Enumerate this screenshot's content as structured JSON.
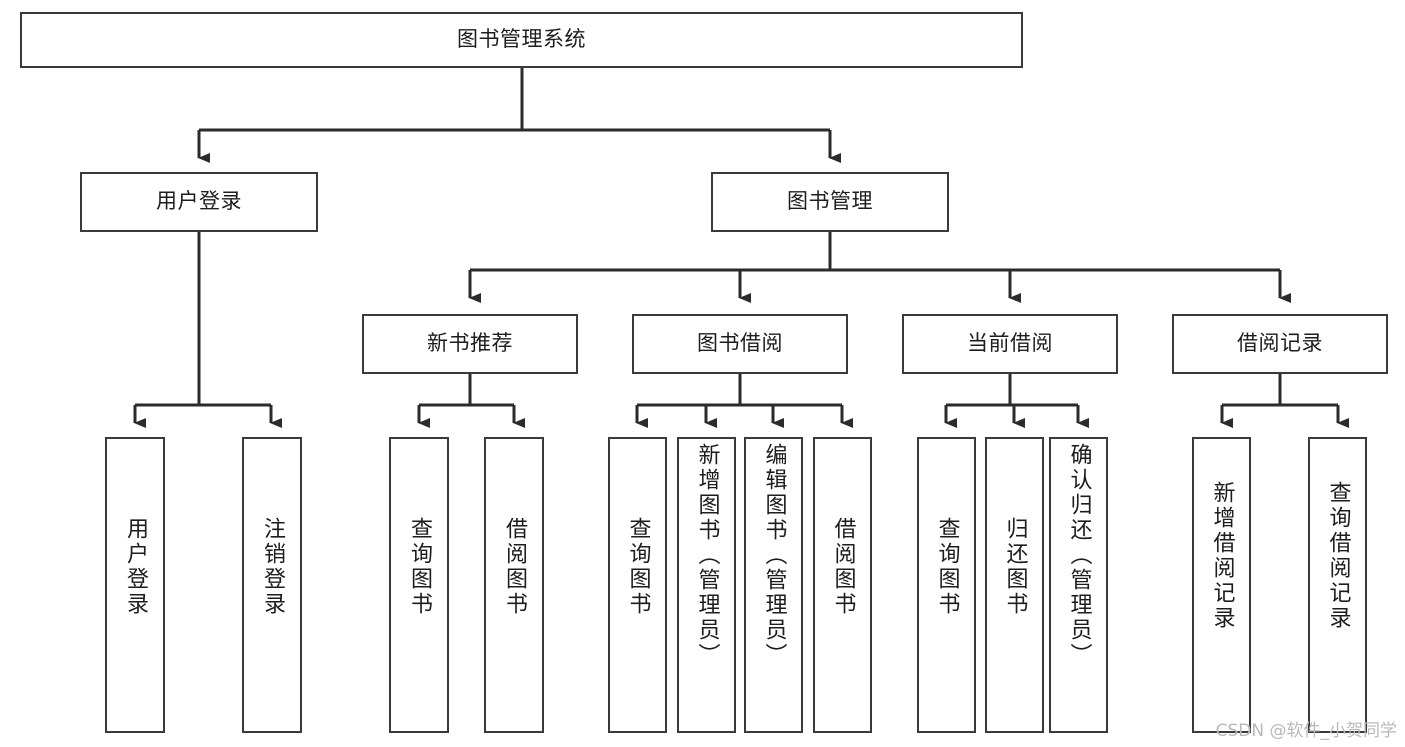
{
  "diagram": {
    "title": "图书管理系统",
    "type": "tree",
    "watermark": "CSDN @软件_小贺同学",
    "colors": {
      "box_border": "#3a3a3a",
      "box_fill": "#ffffff",
      "edge": "#2b2b2b",
      "text": "#1d1d1d",
      "watermark": "#b9b9b9",
      "background": "#ffffff"
    }
  },
  "nodes": {
    "root": {
      "label": "图书管理系统",
      "orientation": "horizontal",
      "level": 1
    },
    "l2": [
      {
        "id": "user-login",
        "label": "用户登录",
        "orientation": "horizontal",
        "level": 2
      },
      {
        "id": "book-manage",
        "label": "图书管理",
        "orientation": "horizontal",
        "level": 2
      }
    ],
    "l3": [
      {
        "id": "new-book-rec",
        "label": "新书推荐",
        "orientation": "horizontal",
        "level": 3,
        "parent": "book-manage"
      },
      {
        "id": "book-borrow",
        "label": "图书借阅",
        "orientation": "horizontal",
        "level": 3,
        "parent": "book-manage"
      },
      {
        "id": "current-borrow",
        "label": "当前借阅",
        "orientation": "horizontal",
        "level": 3,
        "parent": "book-manage"
      },
      {
        "id": "borrow-record",
        "label": "借阅记录",
        "orientation": "horizontal",
        "level": 3,
        "parent": "book-manage"
      }
    ],
    "leaves": {
      "user-login": [
        {
          "id": "leaf-user-login",
          "label": "用户登录",
          "orientation": "vertical"
        },
        {
          "id": "leaf-user-logout",
          "label": "注销登录",
          "orientation": "vertical"
        }
      ],
      "new-book-rec": [
        {
          "id": "leaf-query-book-1",
          "label": "查询图书",
          "orientation": "vertical"
        },
        {
          "id": "leaf-borrow-book-1",
          "label": "借阅图书",
          "orientation": "vertical"
        }
      ],
      "book-borrow": [
        {
          "id": "leaf-query-book-2",
          "label": "查询图书",
          "orientation": "vertical"
        },
        {
          "id": "leaf-add-book",
          "label": "新增图书（管理员）",
          "orientation": "vertical"
        },
        {
          "id": "leaf-edit-book",
          "label": "编辑图书（管理员）",
          "orientation": "vertical"
        },
        {
          "id": "leaf-borrow-book-2",
          "label": "借阅图书",
          "orientation": "vertical"
        }
      ],
      "current-borrow": [
        {
          "id": "leaf-query-book-3",
          "label": "查询图书",
          "orientation": "vertical"
        },
        {
          "id": "leaf-return-book",
          "label": "归还图书",
          "orientation": "vertical"
        },
        {
          "id": "leaf-confirm-return",
          "label": "确认归还（管理员）",
          "orientation": "vertical"
        }
      ],
      "borrow-record": [
        {
          "id": "leaf-add-record",
          "label": "新增借阅记录",
          "orientation": "vertical"
        },
        {
          "id": "leaf-query-record",
          "label": "查询借阅记录",
          "orientation": "vertical"
        }
      ]
    }
  }
}
